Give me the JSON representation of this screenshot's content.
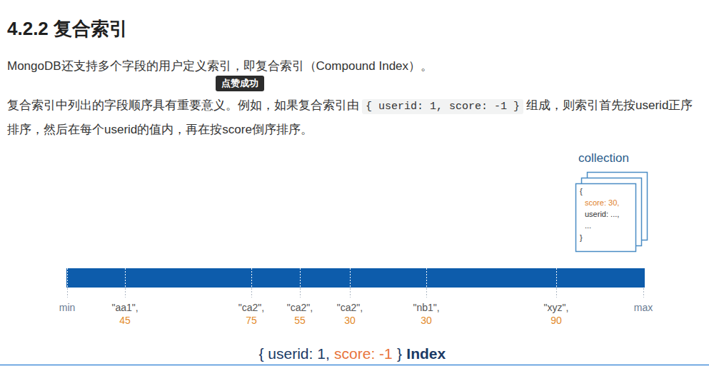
{
  "diagram": {
    "title": "4.2.2 复合索引",
    "nodes": [
      {
        "text": [
          "collection",
          "{",
          "score: 30,",
          "userid: ...,",
          "...",
          "}"
        ]
      }
    ],
    "labels": [
      "MongoDB还支持多个字段的用户定义索引，即复合索引（Compound Index）。",
      "复合索引中列出的字段顺序具有重要意义。例如，如果复合索引由",
      "{ userid: 1, score: -1 }",
      "组成，则索引首先按userid正序排序，然后在每个userid的值内，再在按score倒序排序。",
      "点赞成功",
      "min",
      "\"aa1\",",
      "45",
      "\"ca2\",",
      "75",
      "\"ca2\",",
      "55",
      "\"ca2\",",
      "30",
      "\"nb1\",",
      "30",
      "\"xyz\",",
      "90",
      "max",
      "{ userid: 1,",
      "score: -1",
      "}",
      "Index"
    ]
  }
}
